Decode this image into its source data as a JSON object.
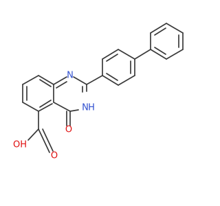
{
  "molecule": {
    "colors": {
      "bond": "#3a3a3a",
      "carbon": "#3a3a3a",
      "nitrogen": "#3050d0",
      "oxygen": "#e01010"
    },
    "atom_labels": {
      "n1": "N",
      "n3h": "H",
      "n3n": "N",
      "o_carbonyl": "O",
      "o_acid": "O",
      "o_hydroxyl": "OH"
    }
  }
}
